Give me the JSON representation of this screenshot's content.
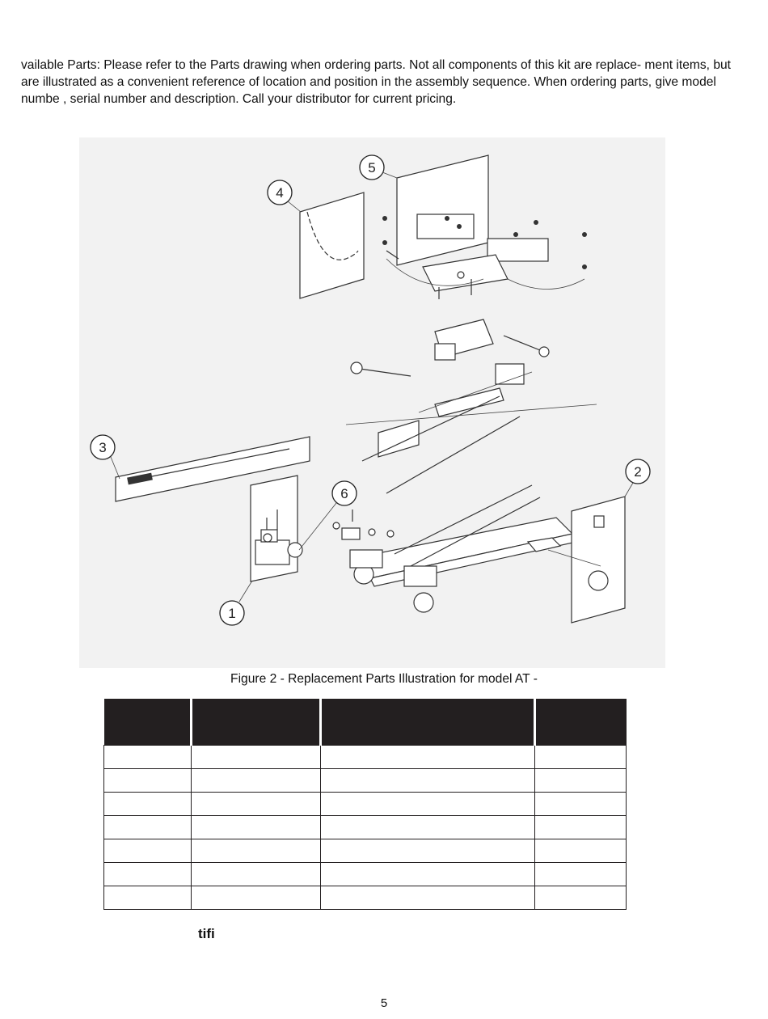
{
  "intro": {
    "text": "vailable Parts: Please refer to the Parts drawing when ordering parts. Not all components of this kit are replace- ment items, but are illustrated as a convenient reference of location and position in the assembly sequence. When ordering parts, give model numbe , serial number and description. Call your distributor for current pricing."
  },
  "figure": {
    "callouts": [
      "1",
      "2",
      "3",
      "4",
      "5",
      "6"
    ],
    "caption": "Figure 2 - Replacement Parts Illustration for model AT  -"
  },
  "parts_table": {
    "headers": [
      "",
      "",
      "",
      ""
    ],
    "rows": [
      [
        "",
        "",
        "",
        ""
      ],
      [
        "",
        "",
        "",
        ""
      ],
      [
        "",
        "",
        "",
        ""
      ],
      [
        "",
        "",
        "",
        ""
      ],
      [
        "",
        "",
        "",
        ""
      ],
      [
        "",
        "",
        "",
        ""
      ],
      [
        "",
        "",
        "",
        ""
      ]
    ]
  },
  "footer": {
    "note": "tifi",
    "page_number": "5"
  }
}
